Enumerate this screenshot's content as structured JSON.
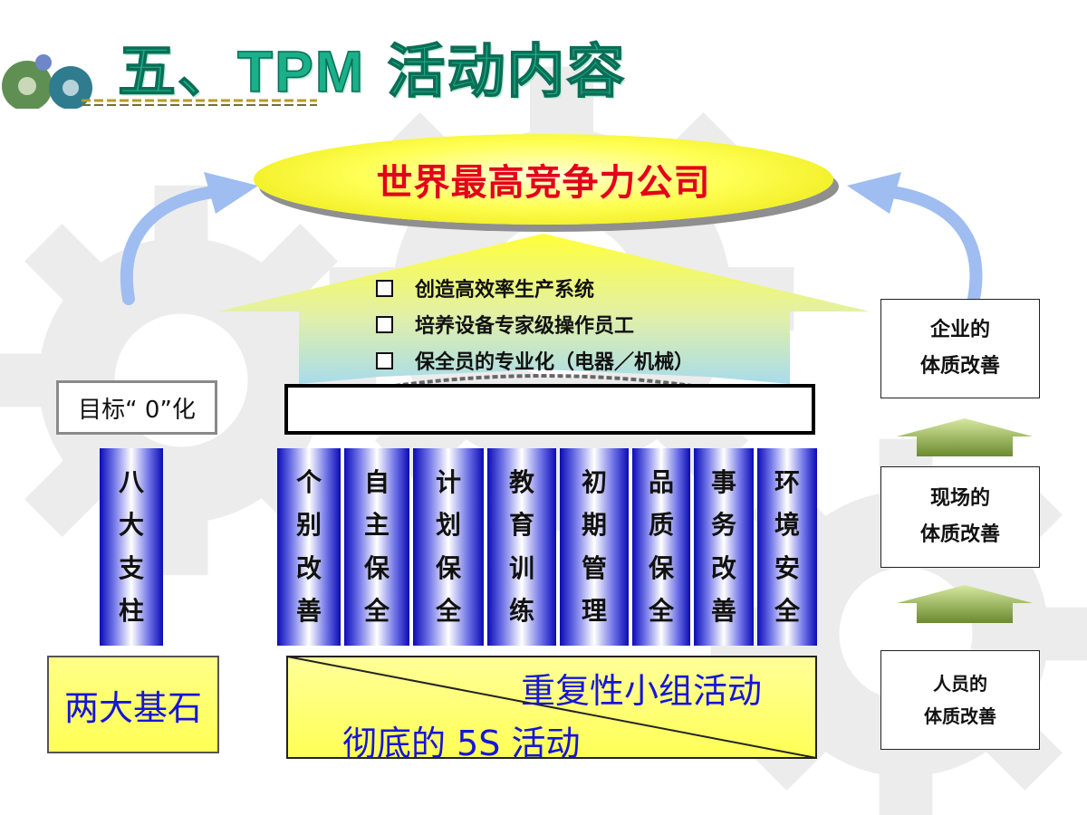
{
  "title": {
    "prefix": "五、",
    "latin": "TPM",
    "suffix": " 活动内容"
  },
  "goal": "世界最高竞争力公司",
  "roof_items": [
    "创造高效率生产系统",
    "培养设备专家级操作员工",
    "保全员的专业化（电器／机械）"
  ],
  "zero_label": "目标“ 0”化",
  "eight_pillars_label": [
    "八",
    "大",
    "支",
    "柱"
  ],
  "pillars": [
    {
      "chars": [
        "个",
        "别",
        "改",
        "善"
      ]
    },
    {
      "chars": [
        "自",
        "主",
        "保",
        "全"
      ]
    },
    {
      "chars": [
        "计",
        "划",
        "保",
        "全"
      ]
    },
    {
      "chars": [
        "教",
        "育",
        "训",
        "练"
      ]
    },
    {
      "chars": [
        "初",
        "期",
        "管",
        "理"
      ]
    },
    {
      "chars": [
        "品",
        "质",
        "保",
        "全"
      ]
    },
    {
      "chars": [
        "事",
        "务",
        "改",
        "善"
      ]
    },
    {
      "chars": [
        "环",
        "境",
        "安",
        "全"
      ]
    }
  ],
  "base_stone": "两大基石",
  "foundation": {
    "top": "重复性小组活动",
    "bottom": "彻底的 5S 活动"
  },
  "right_boxes": [
    {
      "line1": "企业的",
      "line2": "体质改善"
    },
    {
      "line1": "现场的",
      "line2": "体质改善"
    },
    {
      "line1": "人员的",
      "line2": "体质改善"
    }
  ],
  "colors": {
    "title": "#19b08a",
    "goal_text": "#e3001b",
    "foundation_text": "#1515d8",
    "pillar": "#0b0bb5"
  }
}
